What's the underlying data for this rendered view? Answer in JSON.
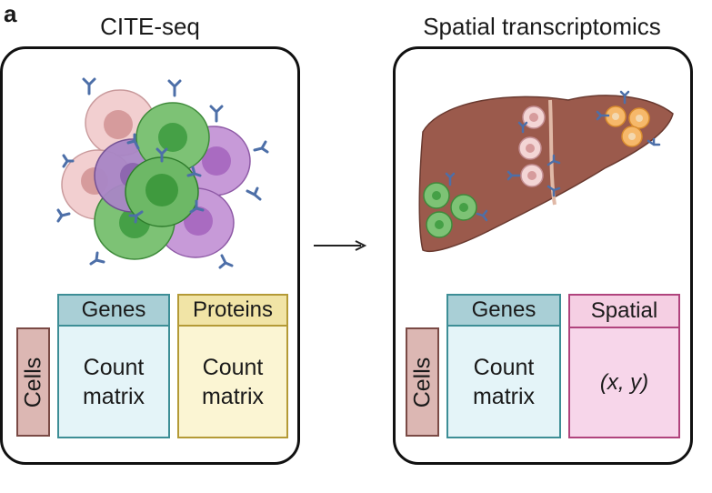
{
  "panel_label": "a",
  "left_panel": {
    "title": "CITE-seq",
    "cells_label": "Cells",
    "genes_header": "Genes",
    "genes_matrix": [
      "Count",
      "matrix"
    ],
    "proteins_header": "Proteins",
    "proteins_matrix": [
      "Count",
      "matrix"
    ]
  },
  "right_panel": {
    "title": "Spatial transcriptomics",
    "cells_label": "Cells",
    "genes_header": "Genes",
    "genes_matrix": [
      "Count",
      "matrix"
    ],
    "spatial_header": "Spatial",
    "spatial_value": "(x, y)"
  },
  "colors": {
    "cells_fill": "#dcb7b3",
    "genes_header_fill": "#a9cfd6",
    "genes_body_fill": "#e4f4f8",
    "genes_border": "#3d8e96",
    "proteins_header_fill": "#f1e4a6",
    "proteins_body_fill": "#fbf5d3",
    "proteins_border": "#b49a36",
    "spatial_header_fill": "#f5cfe3",
    "spatial_body_fill": "#f7d6ea",
    "spatial_border": "#b0447d",
    "liver": "#9b5a4c"
  }
}
